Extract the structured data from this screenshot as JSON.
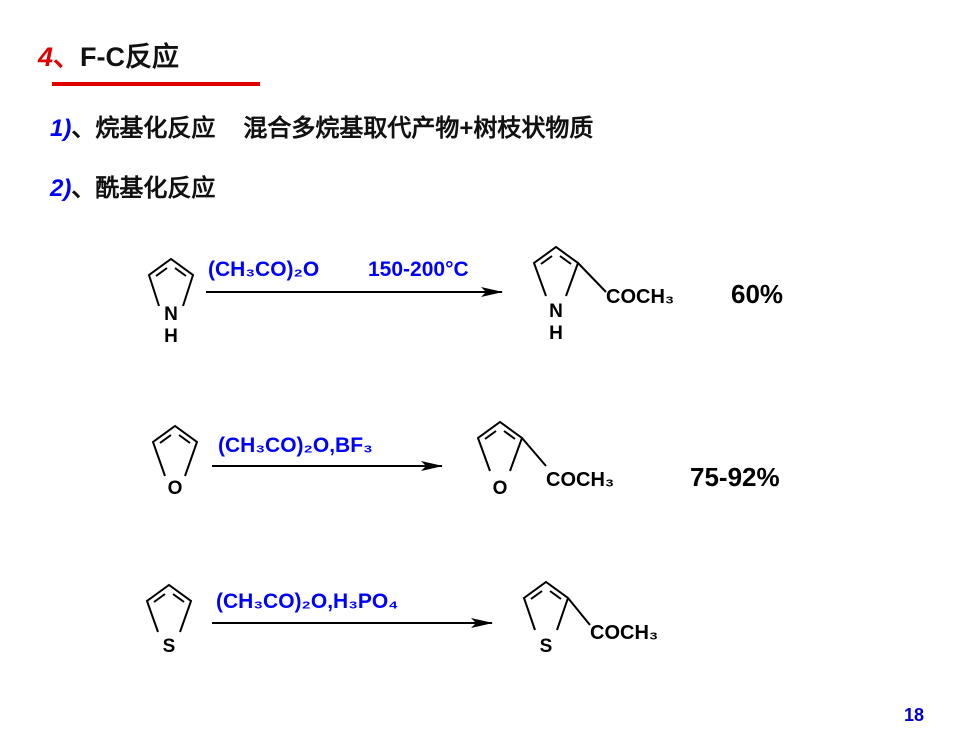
{
  "heading": {
    "number": "4",
    "sep": "、",
    "title": "F-C反应"
  },
  "items": [
    {
      "number": "1)",
      "sep": "、",
      "text": "烷基化反应",
      "note": "混合多烷基取代产物+树枝状物质"
    },
    {
      "number": "2)",
      "sep": "、",
      "text": "酰基化反应"
    }
  ],
  "reactions": [
    {
      "heteroatom": "N",
      "heteroatom_h": "H",
      "reagent": "(CH₃CO)₂O",
      "condition": "150-200°C",
      "substituent": "COCH₃",
      "yield": "60%"
    },
    {
      "heteroatom": "O",
      "reagent": "(CH₃CO)₂O,BF₃",
      "condition": "",
      "substituent": "COCH₃",
      "yield": "75-92%"
    },
    {
      "heteroatom": "S",
      "reagent": "(CH₃CO)₂O,H₃PO₄",
      "condition": "",
      "substituent": "COCH₃",
      "yield": ""
    }
  ],
  "page_number": "18",
  "colors": {
    "accent_red": "#e00000",
    "reagent_blue": "#0000ff",
    "page_number_blue": "#0000cc"
  }
}
